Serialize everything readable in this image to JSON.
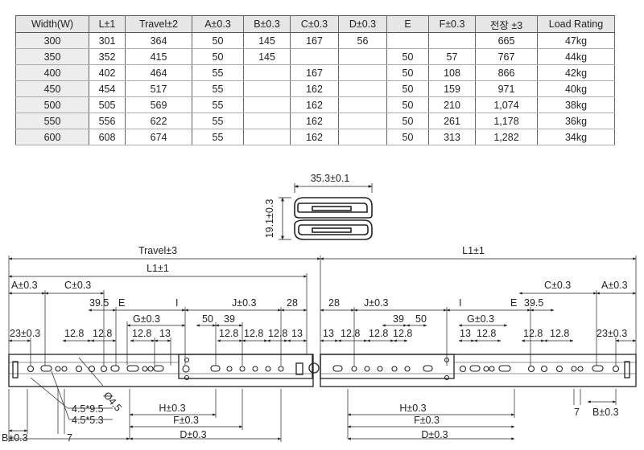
{
  "table": {
    "headers": [
      "Width(W)",
      "L±1",
      "Travel±2",
      "A±0.3",
      "B±0.3",
      "C±0.3",
      "D±0.3",
      "E",
      "F±0.3",
      "전장 ±3",
      "Load Rating"
    ],
    "rows": [
      [
        "300",
        "301",
        "364",
        "50",
        "145",
        "167",
        "56",
        "",
        "",
        "665",
        "47kg"
      ],
      [
        "350",
        "352",
        "415",
        "50",
        "145",
        "",
        "",
        "50",
        "57",
        "767",
        "44kg"
      ],
      [
        "400",
        "402",
        "464",
        "55",
        "",
        "167",
        "",
        "50",
        "108",
        "866",
        "42kg"
      ],
      [
        "450",
        "454",
        "517",
        "55",
        "",
        "162",
        "",
        "50",
        "159",
        "971",
        "40kg"
      ],
      [
        "500",
        "505",
        "569",
        "55",
        "",
        "162",
        "",
        "50",
        "210",
        "1,074",
        "38kg"
      ],
      [
        "550",
        "556",
        "622",
        "55",
        "",
        "162",
        "",
        "50",
        "261",
        "1,178",
        "36kg"
      ],
      [
        "600",
        "608",
        "674",
        "55",
        "",
        "162",
        "",
        "50",
        "313",
        "1,282",
        "34kg"
      ]
    ]
  },
  "drawing": {
    "section_width": "35.3±0.1",
    "section_height": "19.1±0.3",
    "labels": {
      "travel": "Travel±3",
      "l1_right_top": "L1±1",
      "l1_left": "L1±1",
      "a_left": "A±0.3",
      "c_left": "C±0.3",
      "d395_left": "39.5",
      "e_left": "E",
      "i_left": "I",
      "j_left": "J±0.3",
      "n28_left": "28",
      "n23_left": "23±0.3",
      "n128_l1": "12.8",
      "n128_l2": "12.8",
      "g_left": "G±0.3",
      "n128_l3": "12.8",
      "n13_l1": "13",
      "n50_left": "50",
      "n39_left": "39",
      "n128_l4": "12.8",
      "n128_l5": "12.8",
      "n128_l6": "12.8",
      "n13_l2": "13",
      "phi": "Ø4.5",
      "slot1": "4.5*9.5",
      "slot2": "4.5*5.3",
      "h_left": "H±0.3",
      "f_left": "F±0.3",
      "d_left": "D±0.3",
      "b_left": "B±0.3",
      "n7_left": "7",
      "n28_right": "28",
      "j_right": "J±0.3",
      "i_right": "I",
      "e_right": "E",
      "n395_right": "39.5",
      "c_right": "C±0.3",
      "a_right": "A±0.3",
      "n13_r1": "13",
      "n128_r1": "12.8",
      "n128_r2": "12.8",
      "n128_r3": "12.8",
      "n39_right": "39",
      "n50_right": "50",
      "n13_r2": "13",
      "n128_r4": "12.8",
      "g_right": "G±0.3",
      "n128_r5": "12.8",
      "n128_r6": "12.8",
      "n23_right": "23±0.3",
      "h_right": "H±0.3",
      "f_right": "F±0.3",
      "d_right": "D±0.3",
      "n7_right": "7",
      "b_right": "B±0.3"
    }
  }
}
